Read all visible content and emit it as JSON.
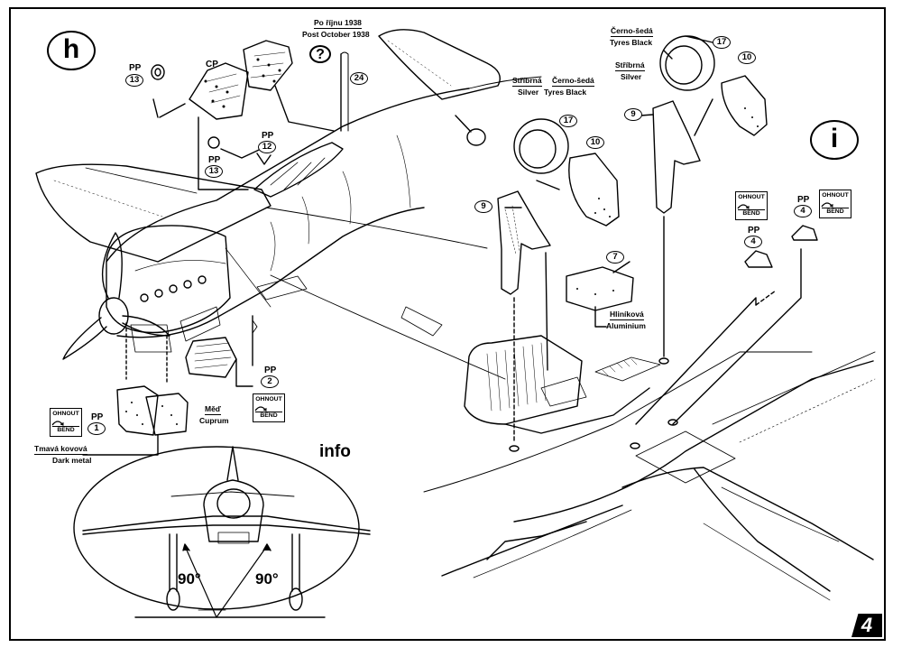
{
  "page_number": "4",
  "section_h": {
    "step_letter": "h",
    "labels": {
      "pp_13_a": "PP",
      "pp_13_a_num": "13",
      "cp": "CP",
      "pp_12": "PP",
      "pp_12_num": "12",
      "pp_13_b": "PP",
      "pp_13_b_num": "13",
      "post_oct_cz": "Po říjnu 1938",
      "post_oct_en": "Post October 1938",
      "part_24": "24",
      "pp_2": "PP",
      "pp_2_num": "2",
      "pp_1": "PP",
      "pp_1_num": "1",
      "med_cz": "Měď",
      "med_en": "Cuprum",
      "dark_cz": "Tmavá kovová",
      "dark_en": "Dark metal",
      "bend_cz": "OHNOUT",
      "bend_en": "BEND"
    },
    "question_mark": "?"
  },
  "section_info": {
    "title": "info",
    "angle_left": "90°",
    "angle_right": "90°"
  },
  "section_i": {
    "step_letter": "i",
    "labels": {
      "silver_cz_a": "Stříbrná",
      "silver_en_a": "Silver",
      "tyres_cz_a": "Černo-šedá",
      "tyres_en_a": "Tyres Black",
      "part_17_a": "17",
      "part_10_a": "10",
      "part_9_a": "9",
      "tyres_cz_b": "Černo-šedá",
      "tyres_en_b": "Tyres Black",
      "silver_cz_b": "Stříbrná",
      "silver_en_b": "Silver",
      "part_17_b": "17",
      "part_10_b": "10",
      "part_9_b": "9",
      "part_7": "7",
      "alu_cz": "Hliníková",
      "alu_en": "Aluminium",
      "pp_4_a": "PP",
      "pp_4_a_num": "4",
      "pp_4_b": "PP",
      "pp_4_b_num": "4",
      "bend_cz": "OHNOUT",
      "bend_en": "BEND"
    }
  },
  "icons": [
    "bend-arrow-icon"
  ]
}
